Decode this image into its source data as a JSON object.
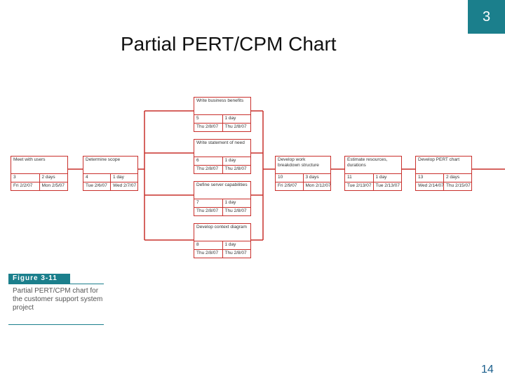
{
  "slide_number": "3",
  "title": "Partial PERT/CPM Chart",
  "page_number": "14",
  "figure": {
    "label": "Figure 3-11",
    "caption": "Partial PERT/CPM chart for the customer support system project"
  },
  "tasks": [
    {
      "name": "Meet with users",
      "id": "3",
      "duration": "2 days",
      "start": "Fri 2/2/07",
      "finish": "Mon 2/5/07"
    },
    {
      "name": "Determine scope",
      "id": "4",
      "duration": "1 day",
      "start": "Tue 2/6/07",
      "finish": "Wed 2/7/07"
    },
    {
      "name": "Write business benefits",
      "id": "5",
      "duration": "1 day",
      "start": "Thu 2/8/07",
      "finish": "Thu 2/8/07"
    },
    {
      "name": "Write statement of need",
      "id": "6",
      "duration": "1 day",
      "start": "Thu 2/8/07",
      "finish": "Thu 2/8/07"
    },
    {
      "name": "Define server capabilities",
      "id": "7",
      "duration": "1 day",
      "start": "Thu 2/8/07",
      "finish": "Thu 2/8/07"
    },
    {
      "name": "Develop context diagram",
      "id": "8",
      "duration": "1 day",
      "start": "Thu 2/8/07",
      "finish": "Thu 2/8/07"
    },
    {
      "name": "Develop work breakdown structure",
      "id": "10",
      "duration": "3 days",
      "start": "Fri 2/9/07",
      "finish": "Mon 2/12/07"
    },
    {
      "name": "Estimate resources, durations",
      "id": "11",
      "duration": "1 day",
      "start": "Tue 2/13/07",
      "finish": "Tue 2/13/07"
    },
    {
      "name": "Develop PERT chart",
      "id": "13",
      "duration": "2 days",
      "start": "Wed 2/14/07",
      "finish": "Thu 2/15/07"
    }
  ],
  "colors": {
    "accent": "#1b7f8c",
    "node_border": "#c9302c"
  }
}
